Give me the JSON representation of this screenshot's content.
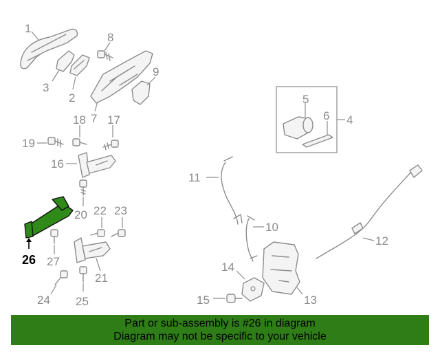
{
  "colors": {
    "highlight": "#2f8a1a",
    "banner": "#2f7d17",
    "part_stroke": "#8c8c8c",
    "callout_text": "#8a8a8a"
  },
  "highlighted_part": "26",
  "callouts": {
    "c1": "1",
    "c2": "2",
    "c3": "3",
    "c4": "4",
    "c5": "5",
    "c6": "6",
    "c7": "7",
    "c8": "8",
    "c9": "9",
    "c10": "10",
    "c11": "11",
    "c12": "12",
    "c13": "13",
    "c14": "14",
    "c15": "15",
    "c16": "16",
    "c17": "17",
    "c18": "18",
    "c19": "19",
    "c20": "20",
    "c21": "21",
    "c22": "22",
    "c23": "23",
    "c24": "24",
    "c25": "25",
    "c26": "26",
    "c27": "27"
  },
  "banner": {
    "line1": "Part or sub-assembly is #26 in diagram",
    "line2": "Diagram may not be specific to your vehicle"
  }
}
